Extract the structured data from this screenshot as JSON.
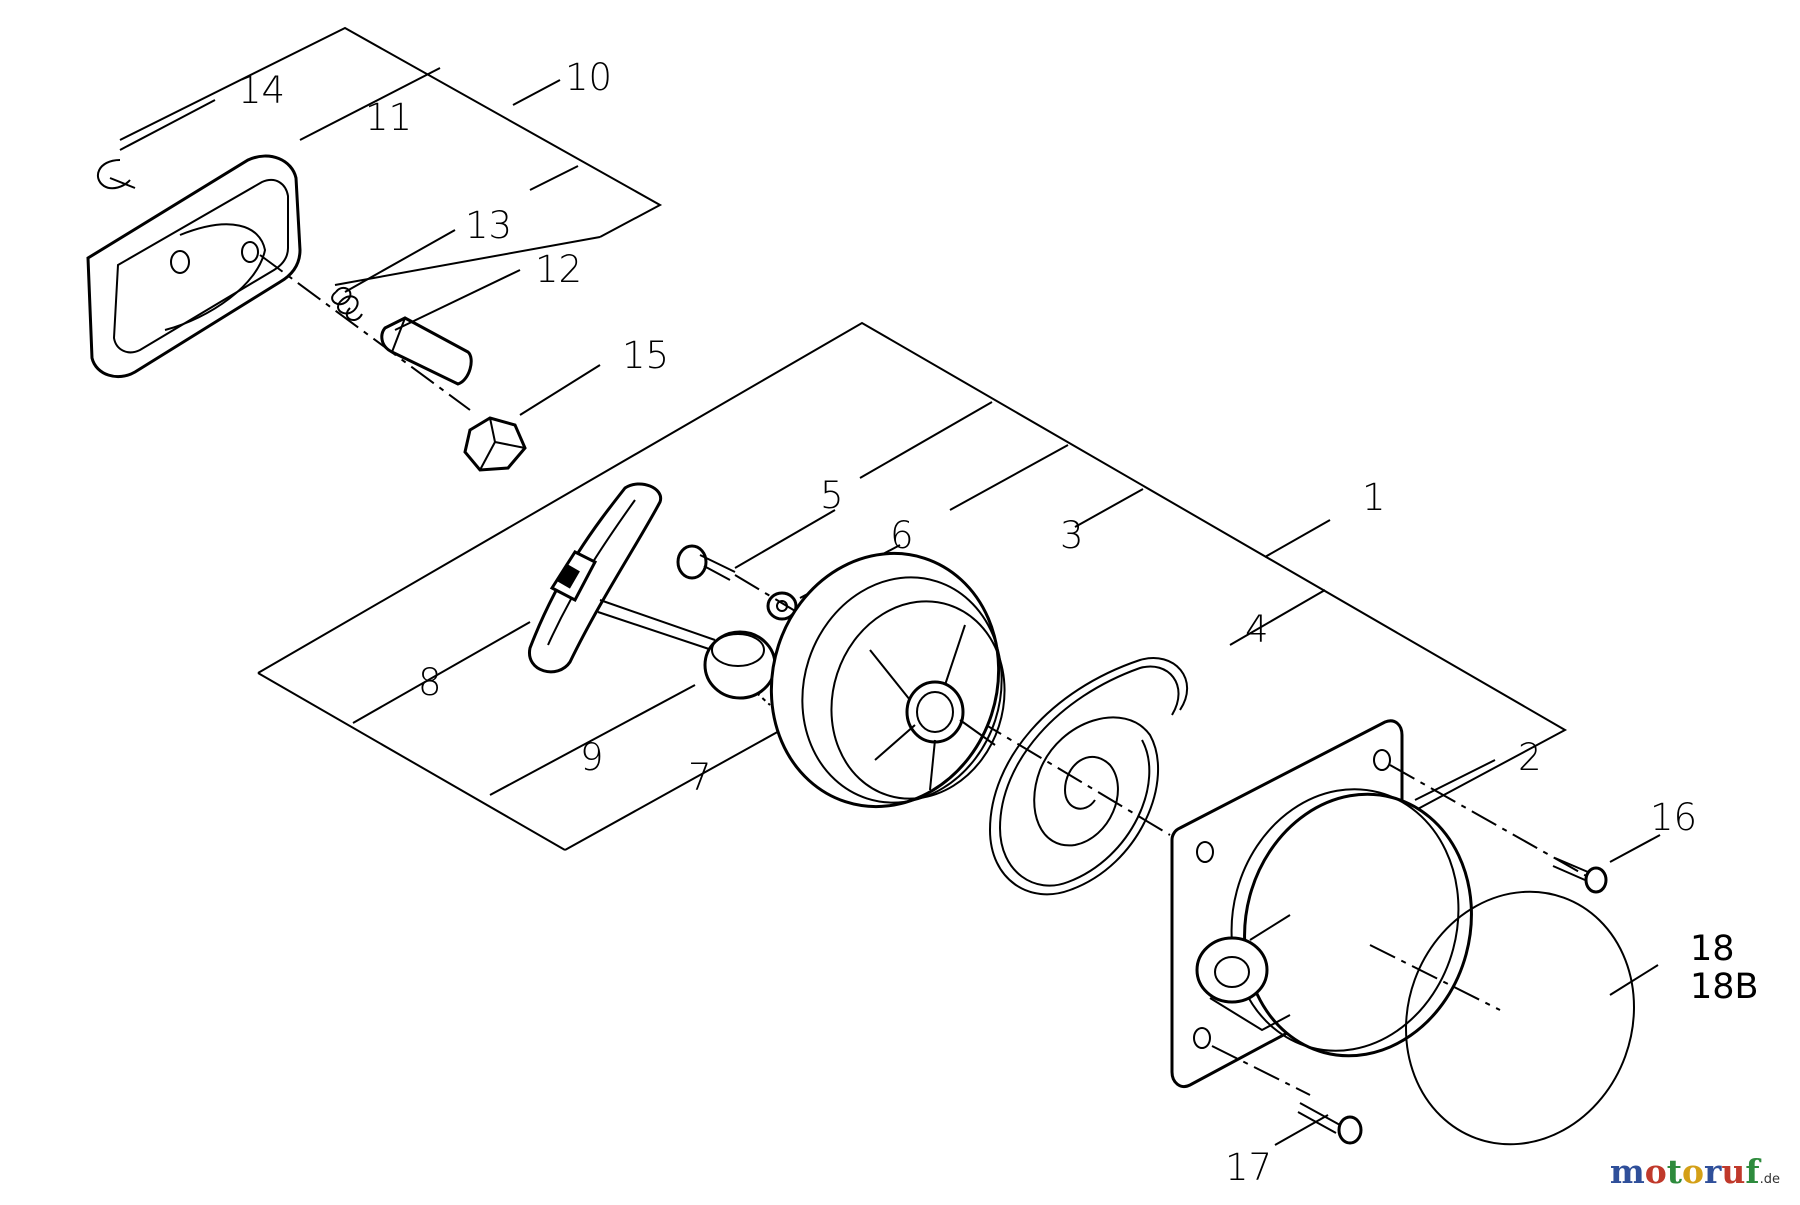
{
  "callouts": {
    "p1": "1",
    "p2": "2",
    "p3": "3",
    "p4": "4",
    "p5": "5",
    "p6": "6",
    "p7": "7",
    "p8": "8",
    "p9": "9",
    "p10": "10",
    "p11": "11",
    "p12": "12",
    "p13": "13",
    "p14": "14",
    "p15": "15",
    "p16": "16",
    "p17": "17",
    "p18": "18",
    "p18b": "18B"
  },
  "watermark": {
    "letters": [
      "m",
      "o",
      "t",
      "o",
      "r",
      "u",
      "f"
    ],
    "colors": [
      "#2f4f9a",
      "#c0392b",
      "#2e8b3d",
      "#d4a017",
      "#2f4f9a",
      "#c0392b",
      "#2e8b3d"
    ],
    "suffix": ".de"
  }
}
